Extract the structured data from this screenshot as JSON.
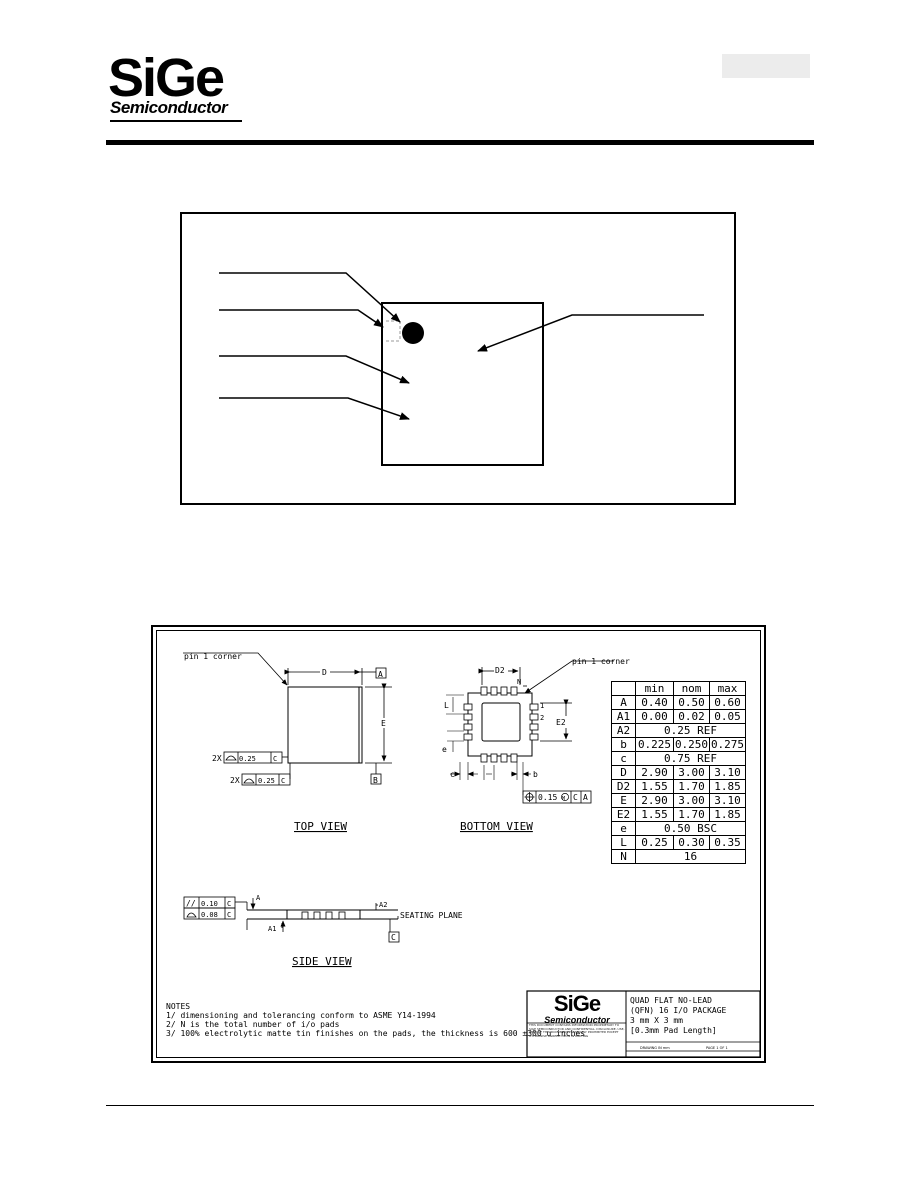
{
  "logo": {
    "main": "SiGe",
    "sub": "Semiconductor"
  },
  "drawing": {
    "labels": {
      "pin1_top": "pin 1 corner",
      "pin1_bottom": "pin 1 corner",
      "dim_D": "D",
      "dim_E": "E",
      "dim_D2": "D2",
      "dim_E2": "E2",
      "dim_L": "L",
      "dim_e": "e",
      "dim_c": "c",
      "dim_b": "b",
      "dim_N": "N",
      "dim_1": "1",
      "dim_2": "2",
      "dim_A": "A",
      "dim_A1": "A1",
      "dim_A2": "A2",
      "datum_A": "A",
      "datum_B": "B",
      "datum_C": "C",
      "tol_2x_1": "2X",
      "tol_2x_2": "2X",
      "tol_025": "0.25",
      "tol_C": "C",
      "tol_015": "0.15",
      "tol_M": "M",
      "tol_010": "0.10",
      "tol_008": "0.08",
      "seating_plane": "SEATING PLANE",
      "top_view": "TOP VIEW",
      "bottom_view": "BOTTOM VIEW",
      "side_view": "SIDE VIEW"
    },
    "table": {
      "header": [
        "",
        "min",
        "nom",
        "max"
      ],
      "rows": [
        [
          "A",
          "0.40",
          "0.50",
          "0.60"
        ],
        [
          "A1",
          "0.00",
          "0.02",
          "0.05"
        ],
        [
          "A2",
          "0.25 REF"
        ],
        [
          "b",
          "0.225",
          "0.250",
          "0.275"
        ],
        [
          "c",
          "0.75 REF"
        ],
        [
          "D",
          "2.90",
          "3.00",
          "3.10"
        ],
        [
          "D2",
          "1.55",
          "1.70",
          "1.85"
        ],
        [
          "E",
          "2.90",
          "3.00",
          "3.10"
        ],
        [
          "E2",
          "1.55",
          "1.70",
          "1.85"
        ],
        [
          "e",
          "0.50 BSC"
        ],
        [
          "L",
          "0.25",
          "0.30",
          "0.35"
        ],
        [
          "N",
          "16"
        ]
      ]
    },
    "notes": [
      "NOTES",
      "1/ dimensioning and tolerancing conform to ASME Y14-1994",
      "2/ N is the total number of i/o pads",
      "3/ 100% electrolytic matte tin finishes on the pads, the thickness is 600 ±300 u inches"
    ],
    "title_block": {
      "logo_main": "SiGe",
      "logo_sub": "Semiconductor",
      "title_lines": [
        "QUAD FLAT NO-LEAD",
        "(QFN) 16 I/O PACKAGE",
        "3 mm X 3 mm",
        "[0.3mm Pad Length]"
      ],
      "legal": "THIS DOCUMENT CONTAINS INFORMATION PROPRIETARY TO SIGE SEMICONDUCTOR AND CONFIDENTIAL. DISCLOSURE, USE, COPY OF THIS DOCUMENT IS STRICTLY PROHIBITED EXCEPT OTHERWISE AGREED UPON IN WRITING",
      "ref_left": "DRAWING IN  mm",
      "ref_right": "PAGE  1 OF 1"
    }
  }
}
